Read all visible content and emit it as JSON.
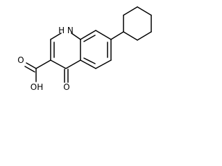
{
  "structure": {
    "atom_labels": {
      "ring_nitrogen": "H N",
      "acid_hydroxyl": "OH",
      "acid_carbonyl_oxygen": "O",
      "ketone_oxygen": "O"
    }
  },
  "colors": {
    "bond": "#000000",
    "text": "#000000",
    "background": "#ffffff"
  }
}
